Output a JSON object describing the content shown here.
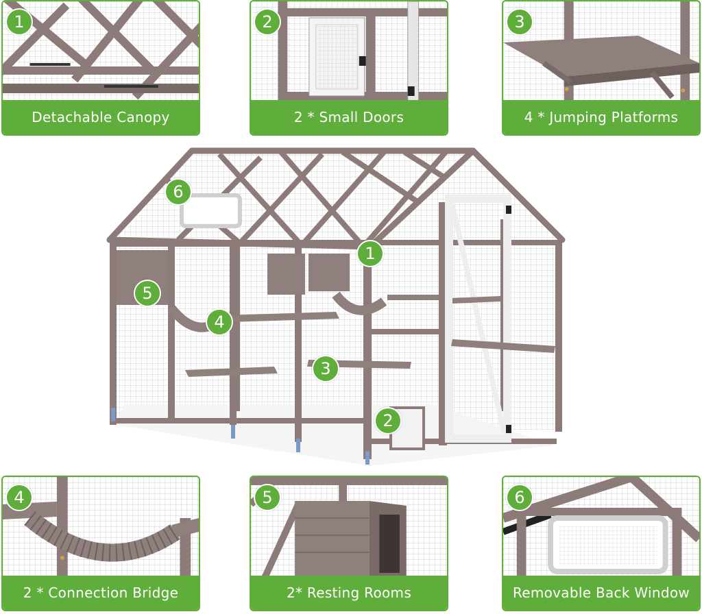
{
  "badges": [
    "1",
    "2",
    "3",
    "4",
    "5",
    "6"
  ],
  "panels": [
    {
      "number": "1",
      "caption": "Detachable Canopy"
    },
    {
      "number": "2",
      "caption": "2 * Small Doors"
    },
    {
      "number": "3",
      "caption": "4 * Jumping Platforms"
    },
    {
      "number": "4",
      "caption": "2 * Connection Bridge"
    },
    {
      "number": "5",
      "caption": "2* Resting Rooms"
    },
    {
      "number": "6",
      "caption": "Removable Back Window"
    }
  ],
  "colors": {
    "accent": "#5fae3b",
    "wood": "#8c7b78",
    "wood_dark": "#6e605d",
    "mesh": "#b8b8b8",
    "door_white": "#f2f2f2"
  }
}
